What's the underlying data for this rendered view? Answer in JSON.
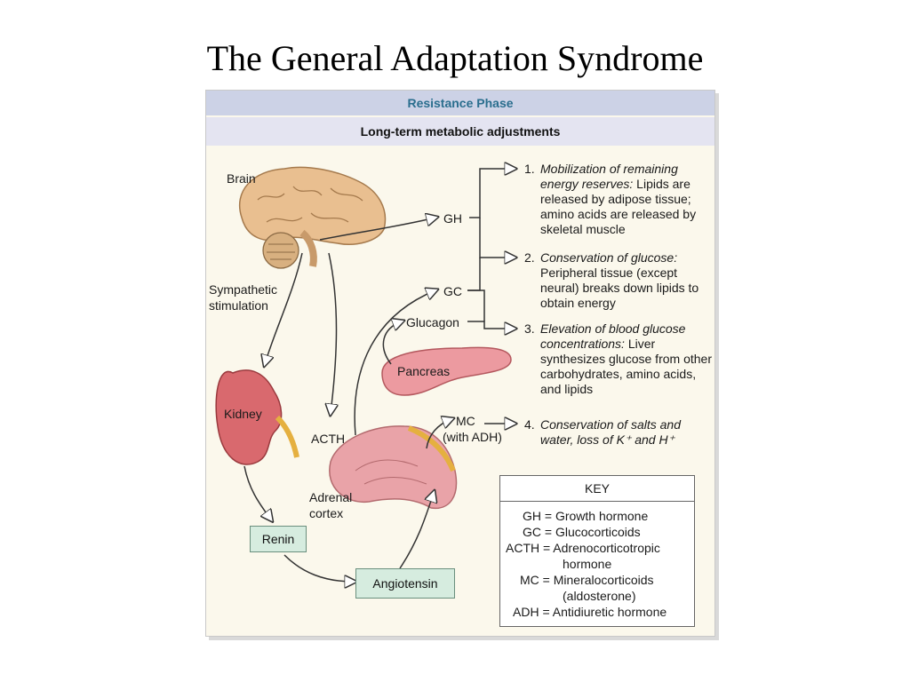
{
  "title": "The General Adaptation Syndrome",
  "header": {
    "phase": "Resistance Phase",
    "subtitle": "Long-term metabolic adjustments"
  },
  "labels": {
    "brain": "Brain",
    "sympathetic_1": "Sympathetic",
    "sympathetic_2": "stimulation",
    "kidney": "Kidney",
    "acth": "ACTH",
    "adrenal_1": "Adrenal",
    "adrenal_2": "cortex",
    "pancreas": "Pancreas",
    "gh": "GH",
    "gc": "GC",
    "glucagon": "Glucagon",
    "mc_1": "MC",
    "mc_2": "(with ADH)",
    "renin": "Renin",
    "angiotensin": "Angiotensin"
  },
  "effects": [
    {
      "num": "1.",
      "italic": "Mobilization of remaining energy reserves:",
      "text": " Lipids are released by adipose tissue; amino acids are released by skeletal muscle"
    },
    {
      "num": "2.",
      "italic": "Conservation of glucose:",
      "text": " Peripheral tissue (except neural) breaks down lipids to obtain energy"
    },
    {
      "num": "3.",
      "italic": "Elevation of blood glucose concentrations:",
      "text": " Liver synthesizes glucose from other carbohydrates, amino acids, and lipids"
    },
    {
      "num": "4.",
      "italic": "Conservation of salts and water, loss of K⁺ and H⁺",
      "text": ""
    }
  ],
  "key": {
    "title": "KEY",
    "rows": [
      "GH = Growth hormone",
      "GC = Glucocorticoids",
      "ACTH = Adrenocorticotropic",
      "hormone",
      "MC = Mineralocorticoids",
      "(aldosterone)",
      "ADH = Antidiuretic hormone"
    ]
  },
  "colors": {
    "header_band": "#ccd2e6",
    "subheader_band": "#e4e4f1",
    "header_text": "#2a6e8e",
    "panel_bg": "#fbf8ec",
    "box_fill": "#d6ecdf",
    "brain": "#e9bf90",
    "kidney": "#d9696e",
    "pancreas": "#ec9aa0",
    "adrenal": "#e9a3a8"
  }
}
